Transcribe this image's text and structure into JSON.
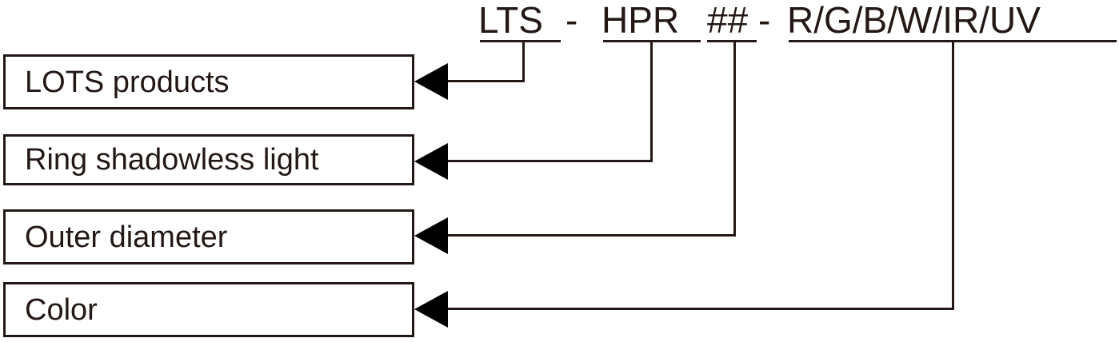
{
  "diagram": {
    "title": "LTS - HPR ## - R/G/B/W/IR/UV",
    "code": {
      "segment_1": "LTS",
      "dash_1": "-",
      "segment_2": "HPR",
      "segment_3": "##",
      "dash_2": "-",
      "segment_4": "R/G/B/W/IR/UV"
    },
    "labels": [
      {
        "text": "LOTS products",
        "refers_to": "LTS"
      },
      {
        "text": "Ring shadowless light",
        "refers_to": "HPR"
      },
      {
        "text": "Outer diameter",
        "refers_to": "##"
      },
      {
        "text": "Color",
        "refers_to": "R/G/B/W/IR/UV"
      }
    ],
    "colors": {
      "text": "#231815",
      "line": "#231815",
      "arrow": "#000000",
      "background": "#ffffff"
    }
  }
}
